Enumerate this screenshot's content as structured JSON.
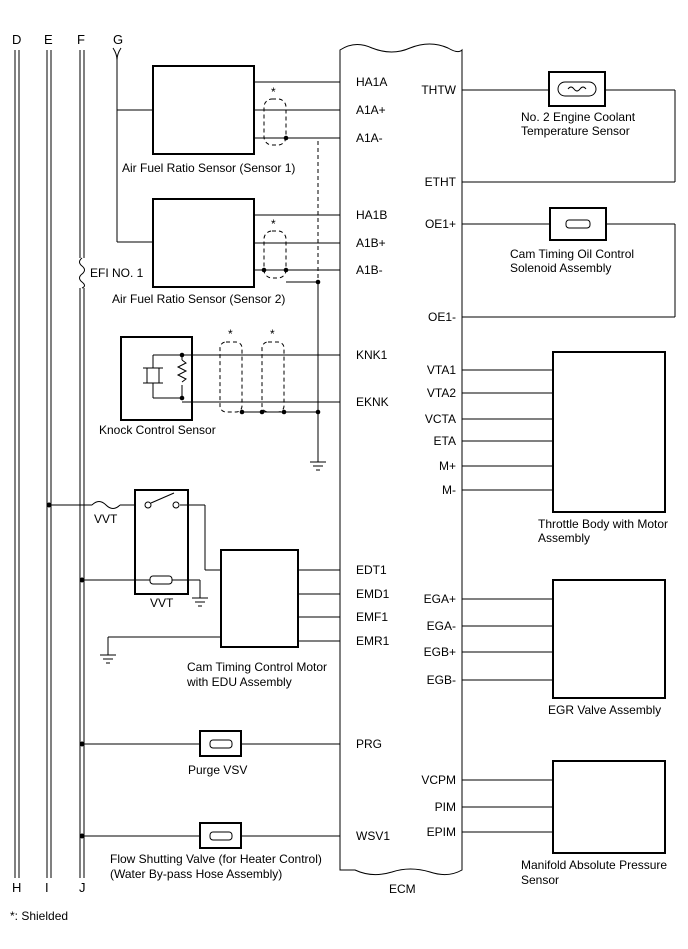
{
  "bus_labels": {
    "top": [
      "D",
      "E",
      "F",
      "G"
    ],
    "bottom": [
      "H",
      "I",
      "J"
    ]
  },
  "ecm": {
    "label": "ECM",
    "left_pins": [
      "HA1A",
      "A1A+",
      "A1A-",
      "HA1B",
      "A1B+",
      "A1B-",
      "KNK1",
      "EKNK",
      "EDT1",
      "EMD1",
      "EMF1",
      "EMR1",
      "PRG",
      "WSV1"
    ],
    "right_pins": [
      "THTW",
      "ETHT",
      "OE1+",
      "OE1-",
      "VTA1",
      "VTA2",
      "VCTA",
      "ETA",
      "M+",
      "M-",
      "EGA+",
      "EGA-",
      "EGB+",
      "EGB-",
      "VCPM",
      "PIM",
      "EPIM"
    ]
  },
  "components": {
    "af_sensor_1": "Air Fuel Ratio Sensor (Sensor 1)",
    "af_sensor_2": "Air Fuel Ratio Sensor (Sensor 2)",
    "knock_sensor": "Knock Control Sensor",
    "vvt_fuse": "VVT",
    "vvt_relay": "VVT",
    "efi_fuse": "EFI NO. 1",
    "cam_motor": [
      "Cam Timing Control Motor",
      "with EDU Assembly"
    ],
    "purge_vsv": "Purge VSV",
    "flow_valve": [
      "Flow Shutting Valve (for Heater Control)",
      "(Water By-pass Hose Assembly)"
    ],
    "coolant_sensor": [
      "No. 2 Engine Coolant",
      "Temperature Sensor"
    ],
    "ocv": [
      "Cam Timing Oil Control",
      "Solenoid Assembly"
    ],
    "throttle": [
      "Throttle Body with Motor",
      "Assembly"
    ],
    "egr": "EGR Valve Assembly",
    "map_sensor": [
      "Manifold Absolute Pressure",
      "Sensor"
    ]
  },
  "shield_mark": "*",
  "footnote": "*: Shielded"
}
